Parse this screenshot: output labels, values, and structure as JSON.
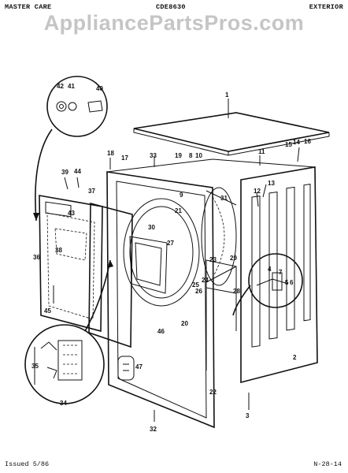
{
  "header": {
    "left": "MASTER CARE",
    "center": "CDE8630",
    "right": "EXTERIOR"
  },
  "watermark": "AppliancePartsPros.com",
  "footer": {
    "left": "Issued 5/86",
    "right": "N-28-14"
  },
  "callouts": {
    "p1": "1",
    "p2": "2",
    "p3": "3",
    "p4": "4",
    "p5": "5",
    "p6": "6",
    "p7": "7",
    "p8": "8",
    "p9": "9",
    "p10": "10",
    "p11": "11",
    "p12": "12",
    "p13": "13",
    "p14": "14",
    "p15": "15",
    "p16": "16",
    "p17": "17",
    "p18": "18",
    "p19": "19",
    "p20": "20",
    "p21": "21",
    "p22": "22",
    "p23": "23",
    "p24": "24",
    "p25": "25",
    "p26": "26",
    "p27": "27",
    "p28": "28",
    "p29": "29",
    "p30": "30",
    "p31": "31",
    "p32": "32",
    "p33": "33",
    "p34": "34",
    "p35": "35",
    "p36": "36",
    "p37": "37",
    "p38": "38",
    "p39": "39",
    "p40": "40",
    "p41": "41",
    "p42": "42",
    "p43": "43",
    "p44": "44",
    "p45": "45",
    "p46": "46",
    "p47": "47"
  }
}
